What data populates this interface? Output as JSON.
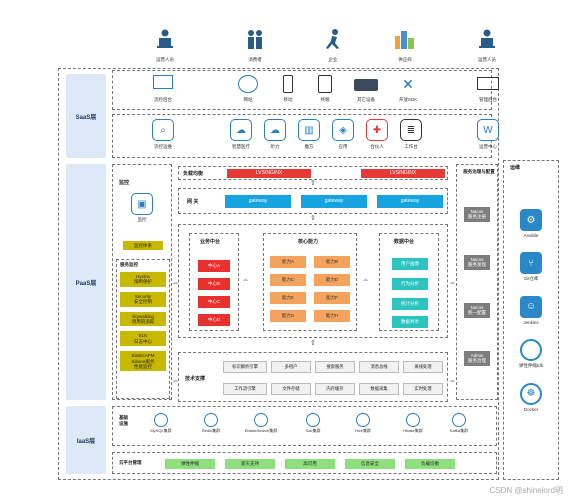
{
  "roles": [
    "运营人员",
    "消费者",
    "企业",
    "供应商",
    "运营人员"
  ],
  "layers": {
    "saas_top": "SaaS层",
    "paas": "PaaS层",
    "iaas": "IaaS层"
  },
  "clients_row": [
    "流控后台",
    "网站",
    "移动",
    "终端",
    "其它设备",
    "开放SDK",
    "管理后台"
  ],
  "apps_row": [
    "流控运维",
    "智慧医疗",
    "听力",
    "魔方",
    "应用",
    "合伙人",
    "工作台",
    "运营中心"
  ],
  "monitor": {
    "title": "监控",
    "icon_label": "监控",
    "system": "监控体系",
    "service_title": "服务监控",
    "items": [
      "Hystrix\n熔断保护",
      "Security\n安全控制",
      "skywalking\n调用链追踪",
      "ELK\n日志中心",
      "ElasticAPM\nKibana服务\n性能监控"
    ]
  },
  "lb": {
    "title": "负载均衡",
    "left": "LVS/NGINX",
    "right": "LVS/NGINX"
  },
  "gateway": {
    "title": "网  关",
    "items": [
      "gateway",
      "gateway",
      "gateway"
    ]
  },
  "business": {
    "title": "业务中台",
    "items": [
      "中心A",
      "中心B",
      "中心C",
      "中心D"
    ]
  },
  "core": {
    "title": "核心能力",
    "items": [
      "能力A",
      "能力B",
      "能力C",
      "能力D",
      "能力E",
      "能力F",
      "能力G",
      "能力H"
    ]
  },
  "data": {
    "title": "数据中台",
    "items": [
      "用户画像",
      "行为分析",
      "统计分析",
      "数据共享"
    ]
  },
  "tech": {
    "title": "技术支撑",
    "items": [
      "标识解析引擎",
      "多租户",
      "搜索服务",
      "消息总线",
      "离线处理",
      "工作流引擎",
      "文件存储",
      "内存缓存",
      "数据采集",
      "实时处理"
    ]
  },
  "governance": {
    "title": "服务治理与配置",
    "items": [
      "Nacos\n服务注册",
      "Nacos\n服务发现",
      "Nacos\n统一配置",
      "Admin\n服务治理"
    ]
  },
  "ops": {
    "title": "运维",
    "items": [
      "Ansible",
      "Git仓库",
      "Jenkins",
      "弹性伸缩Elk",
      "Docker"
    ]
  },
  "infra": {
    "title": "基础\n设施",
    "items": [
      "MySQL集群",
      "Redis集群",
      "ElasticSearch集群",
      "Solr集群",
      "Hive集群",
      "Hbase集群",
      "Kafka集群"
    ]
  },
  "cloud": {
    "title": "云平台管理",
    "items": [
      "弹性伸缩",
      "容灾支持",
      "高可用",
      "信息安全",
      "负载均衡"
    ]
  },
  "watermark": "CSDN @shinelord明"
}
